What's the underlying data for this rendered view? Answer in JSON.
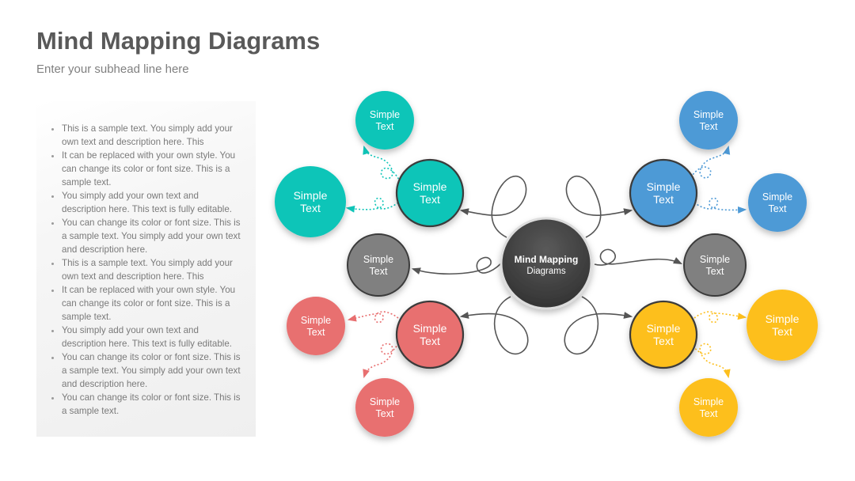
{
  "header": {
    "title": "Mind Mapping Diagrams",
    "subtitle": "Enter your subhead line here"
  },
  "text_panel": {
    "bullets": [
      "This is a sample text. You simply add your own text and description here. This",
      "It can be replaced with your own style. You can change its color or font size. This is a sample text.",
      "You simply add your own text and description here. This text is fully editable.",
      "You can change its color or font size. This is a sample text. You simply add your own text and description here.",
      "This is a sample text. You simply add your own text and description here. This",
      "It can be replaced with your own style. You can change its color or font size. This is a sample text.",
      "You simply add your own text and description here. This text is fully editable.",
      "You can change its color or font size. This is a sample text. You simply add your own text and description here.",
      "You can change its color or font size. This is a sample text."
    ]
  },
  "colors": {
    "teal": "#0fc5b8",
    "blue": "#4e9ad6",
    "gray": "#808080",
    "red": "#e86f70",
    "yellow": "#fdbf1e",
    "center": "#444444",
    "connector": "#555555"
  },
  "diagram": {
    "center": {
      "line1": "Mind Mapping",
      "line2": "Diagrams"
    },
    "nodes": {
      "teal_main": {
        "line1": "Simple",
        "line2": "Text"
      },
      "teal_top": {
        "line1": "Simple",
        "line2": "Text"
      },
      "teal_left": {
        "line1": "Simple",
        "line2": "Text"
      },
      "blue_main": {
        "line1": "Simple",
        "line2": "Text"
      },
      "blue_top": {
        "line1": "Simple",
        "line2": "Text"
      },
      "blue_right": {
        "line1": "Simple",
        "line2": "Text"
      },
      "gray_left": {
        "line1": "Simple",
        "line2": "Text"
      },
      "gray_right": {
        "line1": "Simple",
        "line2": "Text"
      },
      "red_main": {
        "line1": "Simple",
        "line2": "Text"
      },
      "red_left": {
        "line1": "Simple",
        "line2": "Text"
      },
      "red_bottom": {
        "line1": "Simple",
        "line2": "Text"
      },
      "yellow_main": {
        "line1": "Simple",
        "line2": "Text"
      },
      "yellow_right": {
        "line1": "Simple",
        "line2": "Text"
      },
      "yellow_bottom": {
        "line1": "Simple",
        "line2": "Text"
      }
    }
  }
}
